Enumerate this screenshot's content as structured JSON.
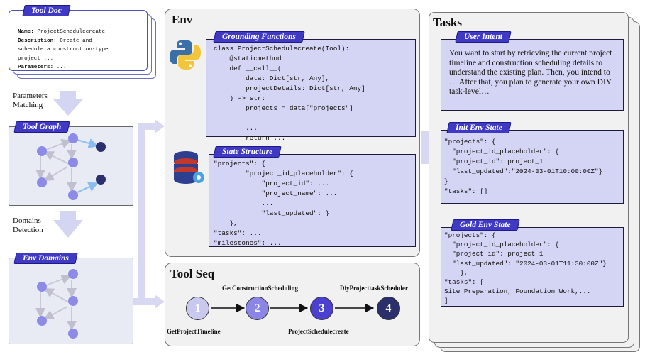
{
  "tool_doc": {
    "tag": "Tool Doc",
    "name_key": "Name:",
    "name_val": "ProjectSchedulecreate",
    "desc_key": "Description:",
    "desc_val1": "Create and",
    "desc_val2": "schedule a construction-type",
    "desc_val3": "project ...",
    "params_key": "Parameters:",
    "params_val": "..."
  },
  "labels": {
    "params_matching_1": "Parameters",
    "params_matching_2": "Matching",
    "domains_detection_1": "Domains",
    "domains_detection_2": "Detection"
  },
  "tool_graph": {
    "tag": "Tool Graph"
  },
  "env_domains": {
    "tag": "Env Domains"
  },
  "env": {
    "title": "Env",
    "grounding_tag": "Grounding Functions",
    "code_lines": [
      "class ProjectSchedulecreate(Tool):",
      "    @staticmethod",
      "    def __call__(",
      "        data: Dict[str, Any],",
      "        projectDetails: Dict[str, Any]",
      "    ) -> str:",
      "        projects = data[\"projects\"]",
      "",
      "        ...",
      "        return ..."
    ],
    "state_tag": "State Structure",
    "state_lines": [
      "\"projects\": {",
      "        \"project_id_placeholder\": {",
      "            \"project_id\": ...",
      "            \"project_name\": ...",
      "            ...",
      "            \"last_updated\": }",
      "    },",
      "\"tasks\": ...",
      "\"milestones\": ..."
    ]
  },
  "tool_seq": {
    "title": "Tool Seq",
    "steps": [
      {
        "num": "1",
        "label": "GetProjectTimeline",
        "color": "#c9c9f0"
      },
      {
        "num": "2",
        "label": "GetConstructionScheduling",
        "color": "#8b86e6"
      },
      {
        "num": "3",
        "label": "ProjectSchedulecreate",
        "color": "#4b40cf"
      },
      {
        "num": "4",
        "label": "DiyProjecttaskScheduler",
        "color": "#2b2f6b"
      }
    ]
  },
  "tasks": {
    "title": "Tasks",
    "intent_tag": "User Intent",
    "intent_text": "You want to start by retrieving the current project timeline and construction scheduling details to understand the existing plan. Then, you intend to … After that, you plan to generate your own DIY task-level…",
    "init_tag": "Init Env State",
    "init_lines": [
      "\"projects\": {",
      "  \"project_id_placeholder\": {",
      "  \"project_id\": project_1",
      "  \"last_updated\":\"2024-03-01T10:00:00Z\"}",
      "}",
      "\"tasks\": []"
    ],
    "gold_tag": "Gold Env State",
    "gold_lines": [
      "\"projects\": {",
      "  \"project_id_placeholder\": {",
      "  \"project_id\": project_1",
      "  \"last_updated\": \"2024-03-01T11:30:00Z\"}",
      "    },",
      "\"tasks\": [",
      "Site Preparation, Foundation Work,...",
      "]"
    ]
  },
  "colors": {
    "accent": "#3f39c4",
    "node": "#8d8ae8",
    "dark_node": "#2b2f6b",
    "arrow": "#d9d9f3"
  }
}
